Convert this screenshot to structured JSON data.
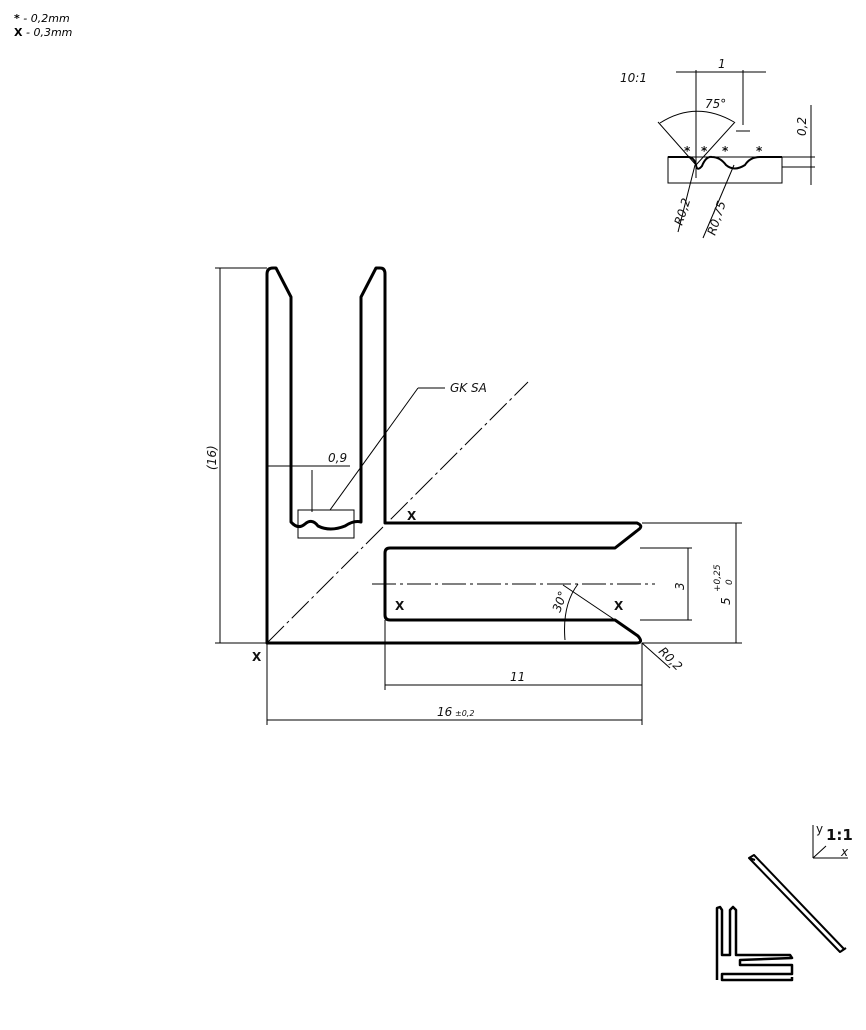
{
  "legend": [
    {
      "symbol": "*",
      "value": "- 0,2mm"
    },
    {
      "symbol": "X",
      "value": "- 0,3mm"
    }
  ],
  "detail": {
    "scale": "10:1",
    "dim_width": "1",
    "angle": "75°",
    "depth": "0,2",
    "radius_small": "R0,2",
    "radius_large": "R0,75",
    "marks": [
      "*",
      "*",
      "*",
      "*"
    ]
  },
  "main": {
    "label_gk": "GK SA",
    "height": "(16)",
    "wall": "0,9",
    "slot": "3",
    "arm": "5",
    "arm_tol_upper": "+0,25",
    "arm_tol_lower": "0",
    "angle": "30°",
    "radius": "R0,2",
    "inner_len": "11",
    "total_len": "16",
    "total_tol": "±0,2",
    "x_marks": [
      "X",
      "X",
      "X",
      "X"
    ]
  },
  "thumbnail": {
    "scale": "1:1",
    "axis_y": "y",
    "axis_x": "x"
  }
}
